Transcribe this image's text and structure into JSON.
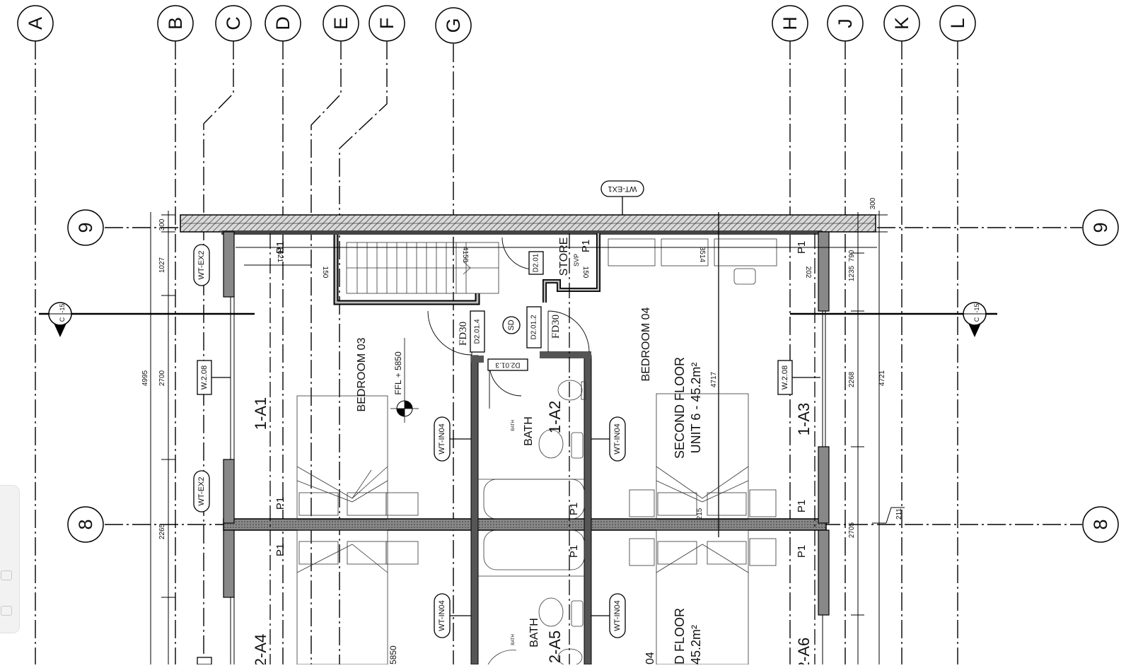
{
  "grid": {
    "vertical_labels": [
      "A",
      "B",
      "C",
      "D",
      "E",
      "F",
      "G",
      "H",
      "J",
      "K",
      "L"
    ],
    "horizontal_labels": [
      "9",
      "8"
    ]
  },
  "section_marks": {
    "left": "-15",
    "right": "-15"
  },
  "rooms": {
    "bedroom_03": "BEDROOM 03",
    "bedroom_04": "BEDROOM 04",
    "bath": "BATH",
    "store": "STORE",
    "svp": "SVP",
    "second_floor": "SECOND FLOOR",
    "unit_area": "UNIT 6 - 45.2m²",
    "floor_partial": "D FLOOR",
    "area_partial": "45.2m²",
    "bedroom_partial": "04",
    "bath_small": "BATH"
  },
  "ffl": "FFL + 5850",
  "ffl_partial": "5850",
  "zones": [
    "1-A1",
    "1-A2",
    "1-A3",
    "2-A4",
    "2-A5",
    "2-A6"
  ],
  "tags": {
    "wall_ext_1": "WT-EX1",
    "wall_ext_2": "WT-EX2",
    "wall_int_4": "WT-IN04",
    "window_208": "W.2.08",
    "sd": "SD",
    "fd30": "FD30",
    "p1": "P1"
  },
  "doors": [
    "D2.01",
    "D2.01.4",
    "D2.01.2",
    "D2.01.3"
  ],
  "dimensions": {
    "left": [
      "300",
      "1027",
      "2700",
      "4995",
      "2265"
    ],
    "top": [
      "1621",
      "150",
      "4150",
      "3514",
      "150",
      "202"
    ],
    "right": [
      "300",
      "790",
      "1235",
      "2268",
      "4721",
      "2705",
      "211"
    ],
    "mid": [
      "4717",
      "215"
    ]
  }
}
